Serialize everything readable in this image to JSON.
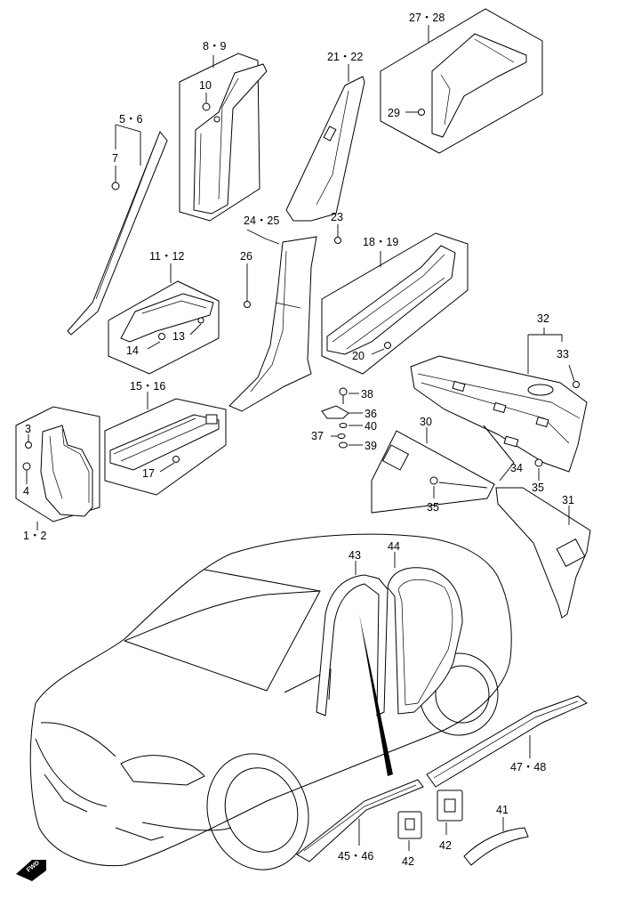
{
  "callouts": {
    "c1_2": "1・2",
    "c3": "3",
    "c4": "4",
    "c5_6": "5・6",
    "c7": "7",
    "c8_9": "8・9",
    "c10": "10",
    "c11_12": "11・12",
    "c13": "13",
    "c14": "14",
    "c15_16": "15・16",
    "c17": "17",
    "c18_19": "18・19",
    "c20": "20",
    "c21_22": "21・22",
    "c23": "23",
    "c24_25": "24・25",
    "c26": "26",
    "c27_28": "27・28",
    "c29": "29",
    "c30": "30",
    "c31": "31",
    "c32": "32",
    "c33": "33",
    "c34": "34",
    "c35a": "35",
    "c35b": "35",
    "c36": "36",
    "c37": "37",
    "c38": "38",
    "c39": "39",
    "c40": "40",
    "c41": "41",
    "c42a": "42",
    "c42b": "42",
    "c43": "43",
    "c44": "44",
    "c45_46": "45・46",
    "c47_48": "47・48"
  },
  "fwd_label": "FWD"
}
